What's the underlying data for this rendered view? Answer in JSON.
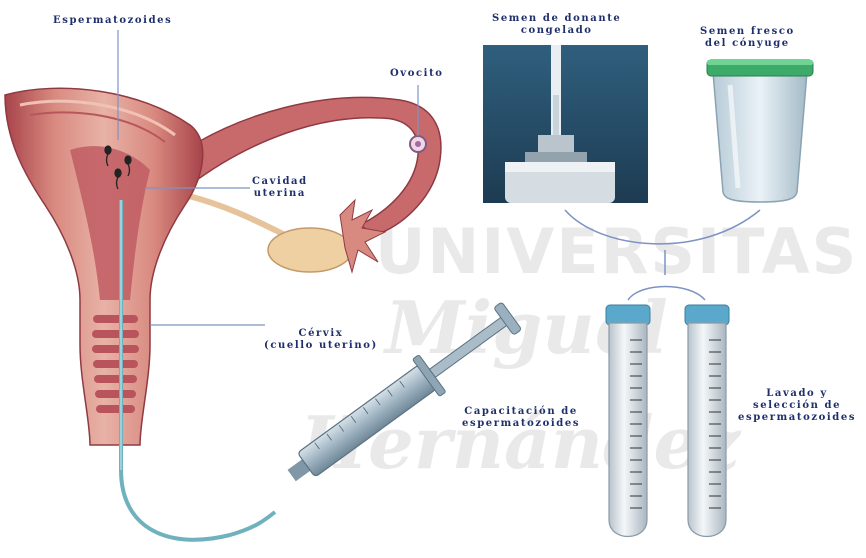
{
  "labels": {
    "espermatozoides": "Espermatozoides",
    "ovocito": "Ovocito",
    "cavidad": "Cavidad\nuterina",
    "cervix": "Cérvix\n(cuello uterino)",
    "semen_donante": "Semen de donante\ncongelado",
    "semen_fresco": "Semen fresco\ndel cónyuge",
    "capacitacion": "Capacitación de\nespermatozoides",
    "lavado": "Lavado y\nselección de\nespermatozoides"
  },
  "watermark": {
    "line1": "UNIVERSITAS",
    "line2": "Miguel",
    "line3": "Hernández"
  },
  "colors": {
    "uterus": "#d98a80",
    "uterus_dark": "#a8434a",
    "label": "#1f2f6b",
    "callout": "#7d93c4",
    "catheter": "#6fb2bd",
    "tube_cap": "#5aa9cc",
    "cup_lid": "#3cab6a"
  }
}
